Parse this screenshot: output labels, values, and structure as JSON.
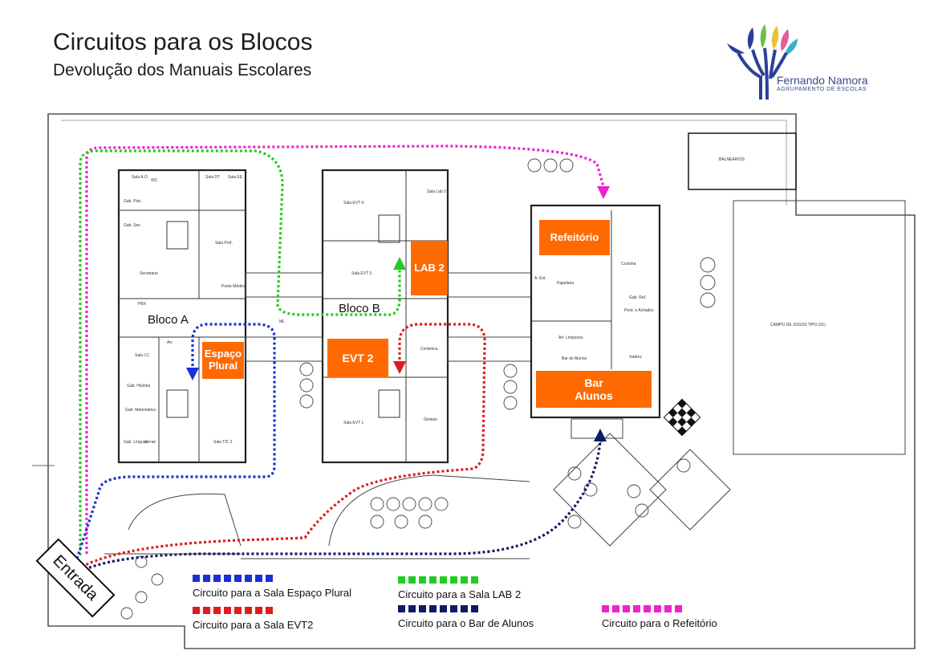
{
  "header": {
    "title": "Circuitos para os Blocos",
    "subtitle": "Devolução dos Manuais Escolares"
  },
  "logo": {
    "name": "Fernando Namora",
    "subtitle": "AGRUPAMENTO DE ESCOLAS"
  },
  "blocks": {
    "bloco_a": "Bloco A",
    "bloco_b": "Bloco B"
  },
  "rooms": {
    "espaco_plural": "Espaço Plural",
    "evt2": "EVT 2",
    "lab2": "LAB 2",
    "refeitorio": "Refeitório",
    "bar_alunos": "Bar Alunos"
  },
  "small_labels": {
    "sala_ao": "Sala A.O.",
    "wc": "WC",
    "sala_dt": "Sala DT",
    "sala_ee": "Sala EE",
    "gab_psic": "Gab. Psic.",
    "gab_sec": "Gab. Sec.",
    "sala_prof": "Sala Prof.",
    "secretaria": "Secretaria",
    "posto_medico": "Posto Médico",
    "pbx": "PBX",
    "sala_ic": "Sala I.C.",
    "gab_historia": "Gab. História",
    "gab_matematica": "Gab. Matemática",
    "gab_linguas": "Gab. Línguas",
    "jornal": "Jornal",
    "sala_tic2": "Sala TIC 2",
    "arr": "Arr.",
    "sala_evt4": "Sala EVT 4",
    "sala_lab2": "Sala Lab 2",
    "sala_evt3": "Sala EVT 3",
    "ceramica": "Cerâmica",
    "sala_evt1": "Sala EVT 1",
    "ginasio": "Ginásio",
    "a_ext": "A. Ext.",
    "papelaria": "Papelaria",
    "cozinha": "Cozinha",
    "perd_achados": "Perd. e Achados",
    "gab_ref": "Gab. Ref.",
    "arr_limpezas": "Arr. Limpezas",
    "bar_de_alunos": "Bar de Alunos",
    "xadrez": "Xadrez",
    "balnearios": "BALNEÁRIOS",
    "campo_jogos": "CAMPO DE JOGOS TIPO (01)",
    "ml": "ML"
  },
  "entrada": "Entrada",
  "legend": [
    {
      "label": "Circuito para a Sala Espaço Plural",
      "color": "#1a2fd6"
    },
    {
      "label": "Circuito para a Sala EVT2",
      "color": "#e01b1b"
    },
    {
      "label": "Circuito para a Sala LAB 2",
      "color": "#22cc22"
    },
    {
      "label": "Circuito para o Bar de Alunos",
      "color": "#0d1a66"
    },
    {
      "label": "Circuito para o Refeitório",
      "color": "#ee22cc"
    }
  ],
  "colors": {
    "room_fill": "#ff6a00",
    "espaco_plural": "#1a2fd6",
    "evt2": "#e01b1b",
    "lab2": "#22cc22",
    "bar": "#0d1a66",
    "refeitorio": "#ee22cc"
  }
}
